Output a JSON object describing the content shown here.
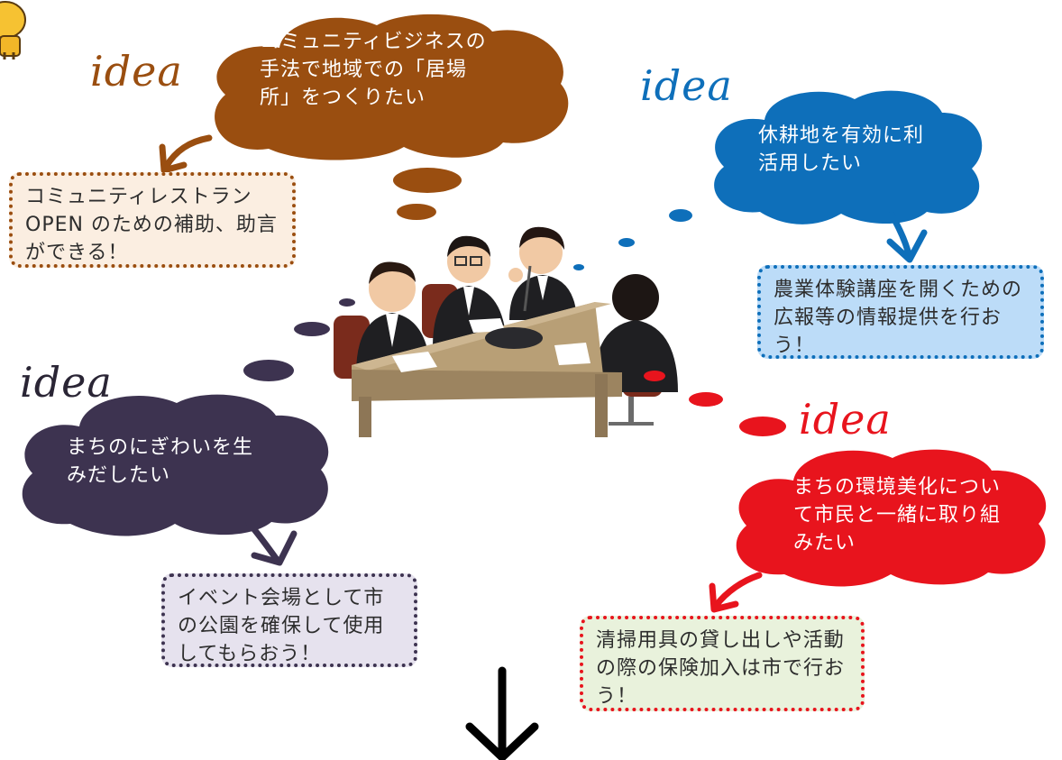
{
  "ideas": {
    "community": {
      "label": "idea",
      "cloud_text": "コミュニティビジネスの手法で地域での「居場所」をつくりたい",
      "support_text": "コミュニティレストランOPEN のための補助、助言ができる！",
      "color": "#9a4e10",
      "box_bg": "#fbeee1"
    },
    "farm": {
      "label": "idea",
      "cloud_text": "休耕地を有効に利活用したい",
      "support_text": "農業体験講座を開くための広報等の情報提供を行おう！",
      "color": "#0e6fba",
      "box_bg": "#bcdcf8"
    },
    "lively": {
      "label": "idea",
      "cloud_text": "まちのにぎわいを生みだしたい",
      "support_text": "イベント会場として市の公園を確保して使用してもらおう！",
      "color": "#3d3350",
      "box_bg": "#e6e2ee"
    },
    "clean": {
      "label": "idea",
      "cloud_text": "まちの環境美化について市民と一緒に取り組みたい",
      "support_text": "清掃用具の貸し出しや活動の際の保険加入は市で行おう！",
      "color": "#e8141d",
      "box_bg": "#e9f2dc"
    }
  }
}
